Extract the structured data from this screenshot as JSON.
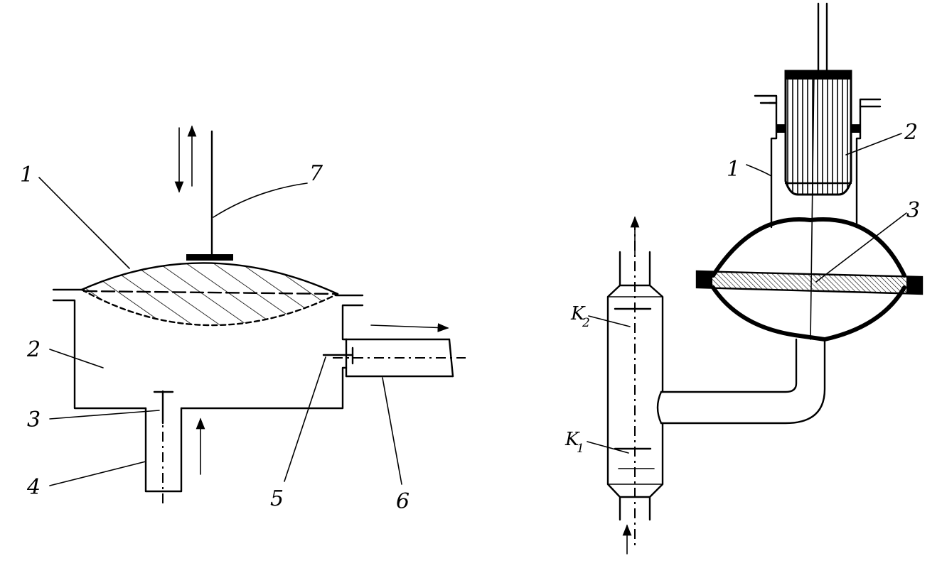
{
  "left_diagram": {
    "labels": {
      "l1": "1",
      "l2": "2",
      "l3": "3",
      "l4": "4",
      "l5": "5",
      "l6": "6",
      "l7": "7"
    }
  },
  "right_diagram": {
    "labels": {
      "r1": "1",
      "r2": "2",
      "r3": "3",
      "k2": "K",
      "k2_sub": "2",
      "k1": "K",
      "k1_sub": "1"
    }
  }
}
